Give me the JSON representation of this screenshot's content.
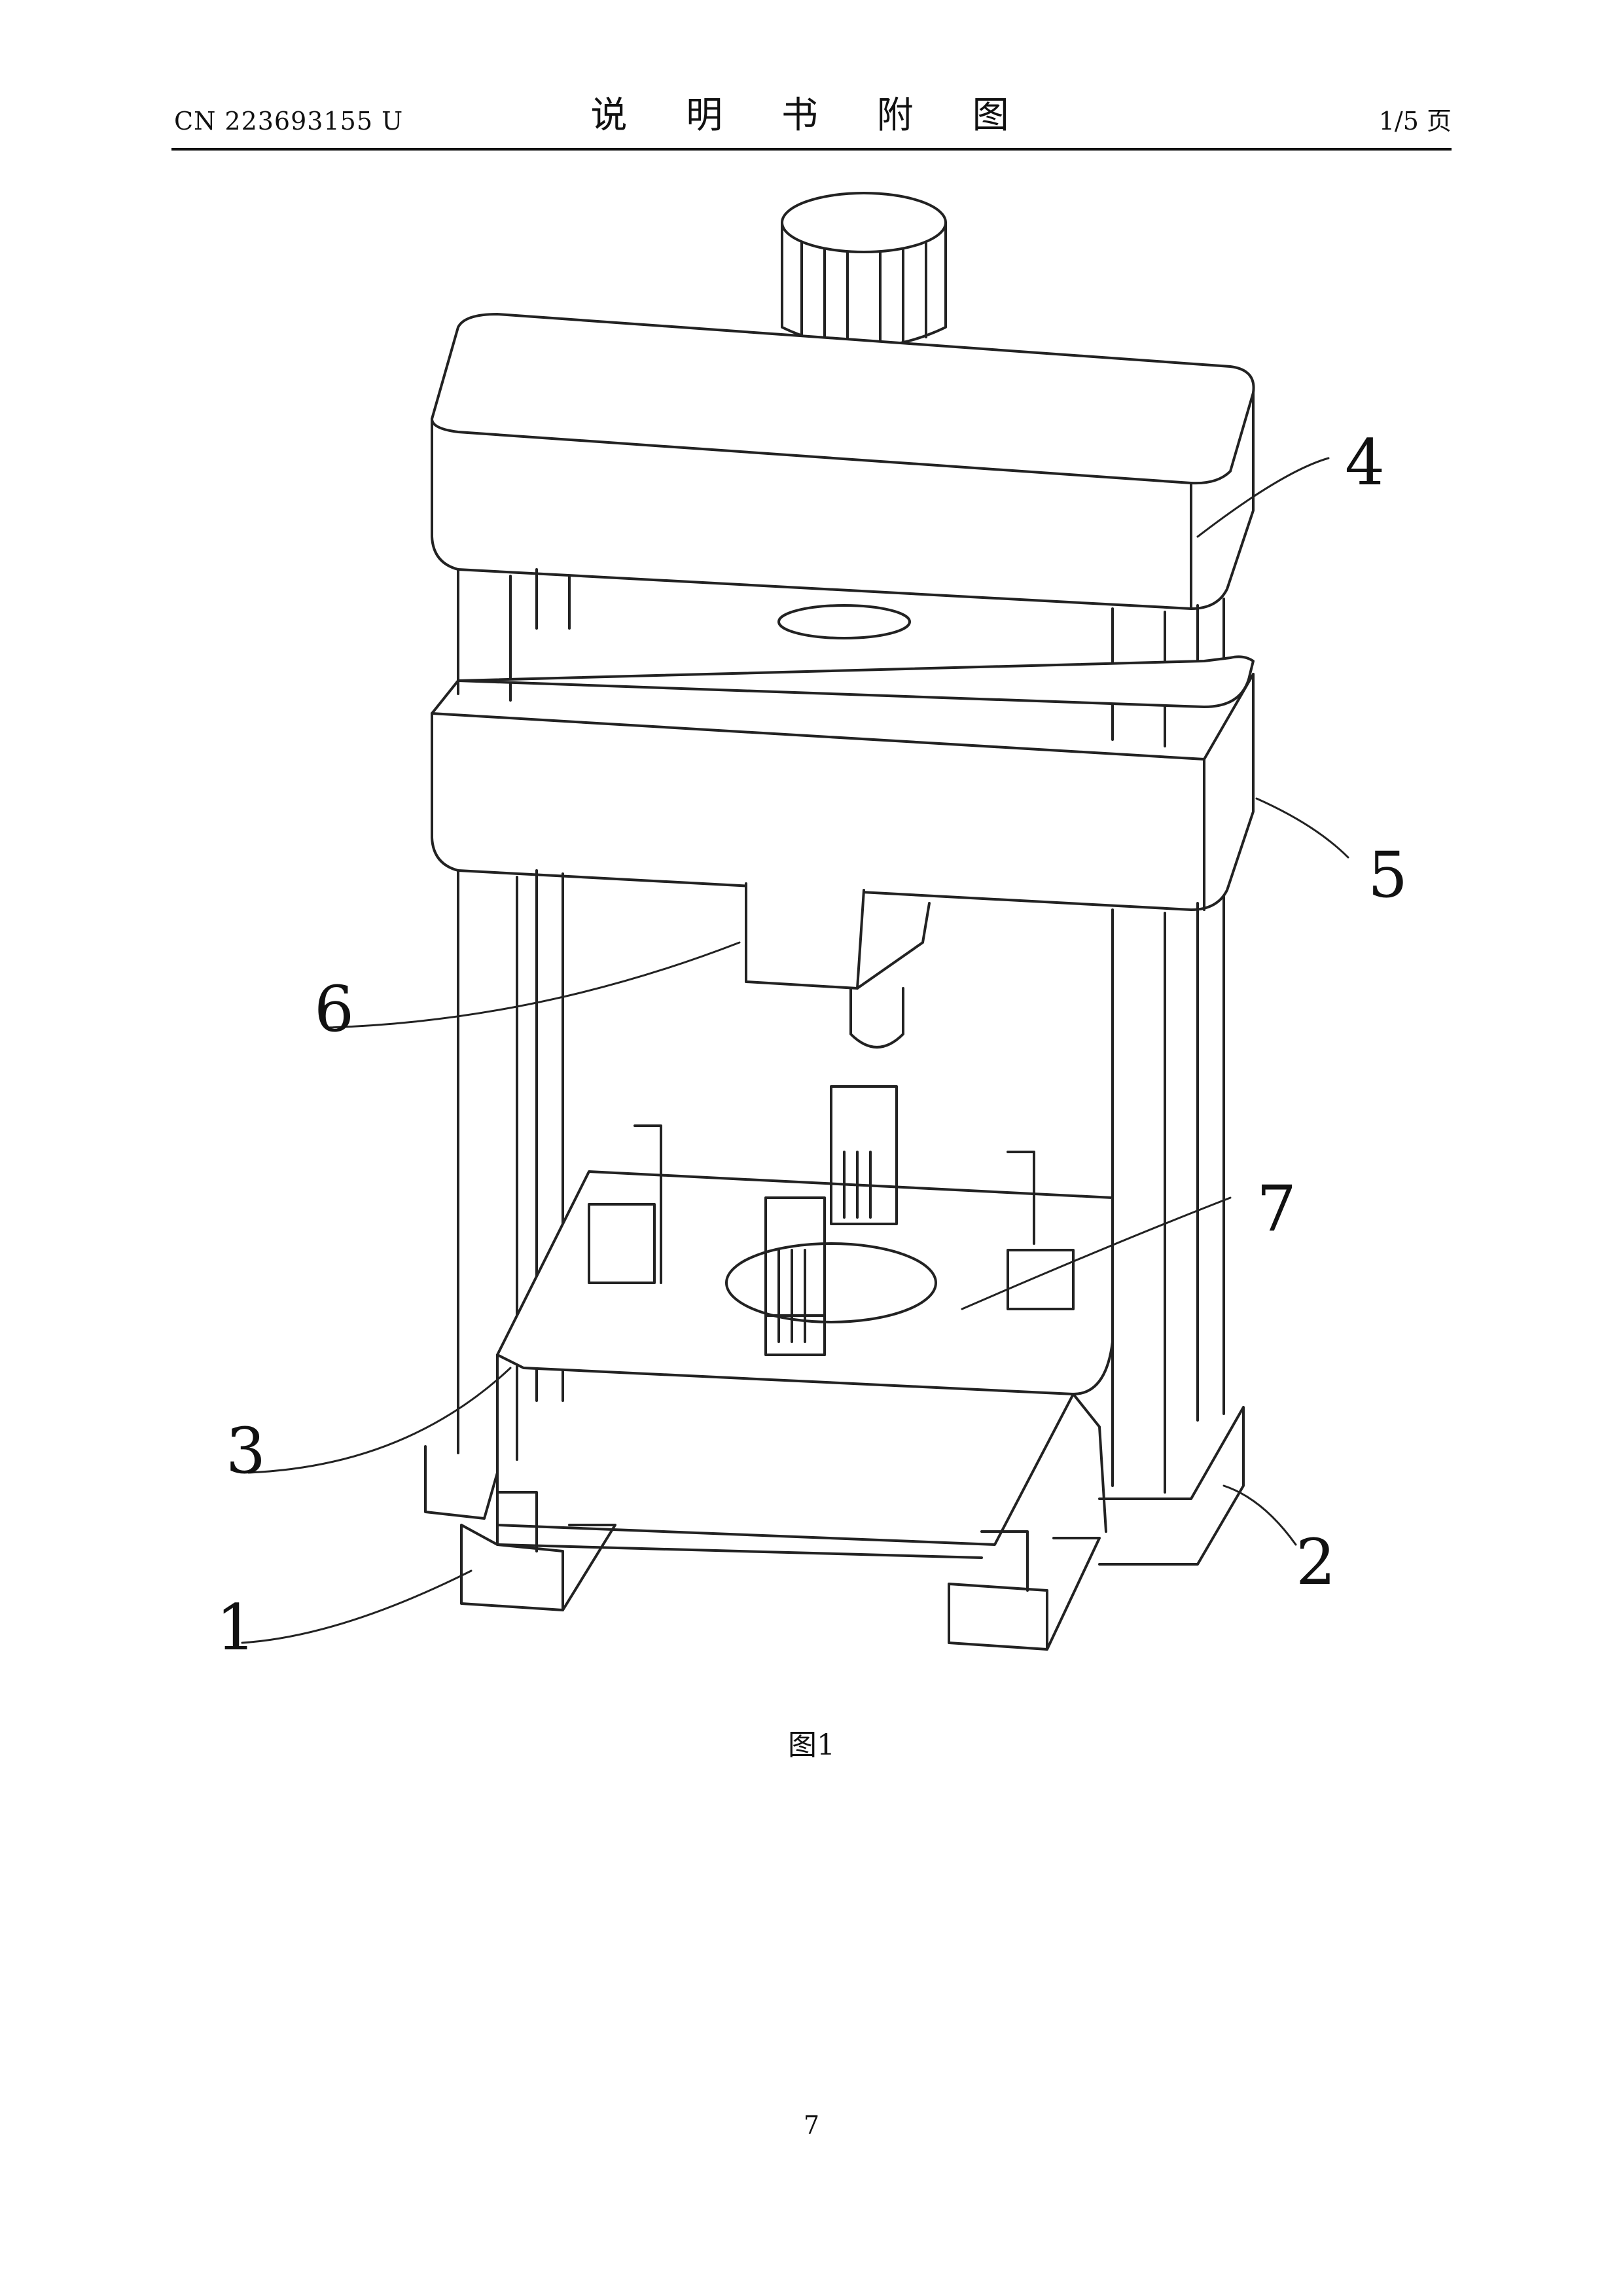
{
  "header": {
    "publication_number": "CN 223693155 U",
    "title": "说 明 书 附 图",
    "page_of": "1/5 页"
  },
  "figure": {
    "caption": "图1",
    "callouts": [
      {
        "id": "1",
        "text": "1"
      },
      {
        "id": "2",
        "text": "2"
      },
      {
        "id": "3",
        "text": "3"
      },
      {
        "id": "4",
        "text": "4"
      },
      {
        "id": "5",
        "text": "5"
      },
      {
        "id": "6",
        "text": "6"
      },
      {
        "id": "7",
        "text": "7"
      }
    ]
  },
  "footer": {
    "page_number": "7"
  }
}
